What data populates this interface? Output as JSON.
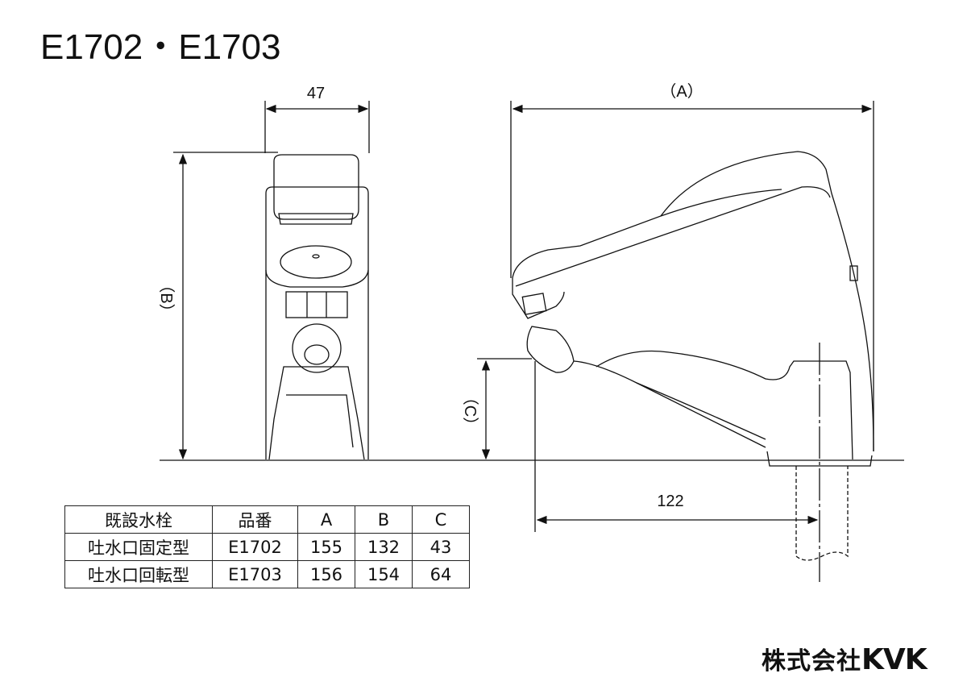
{
  "title": "E1702・E1703",
  "dimensions": {
    "width_front": "47",
    "a": "（A）",
    "b": "（B）",
    "c": "（C）",
    "offset": "122"
  },
  "table": {
    "headers": [
      "既設水栓",
      "品番",
      "A",
      "B",
      "C"
    ],
    "rows": [
      [
        "吐水口固定型",
        "E1702",
        "155",
        "132",
        "43"
      ],
      [
        "吐水口回転型",
        "E1703",
        "156",
        "154",
        "64"
      ]
    ]
  },
  "logo": {
    "company": "株式会社",
    "brand": "KVK"
  }
}
